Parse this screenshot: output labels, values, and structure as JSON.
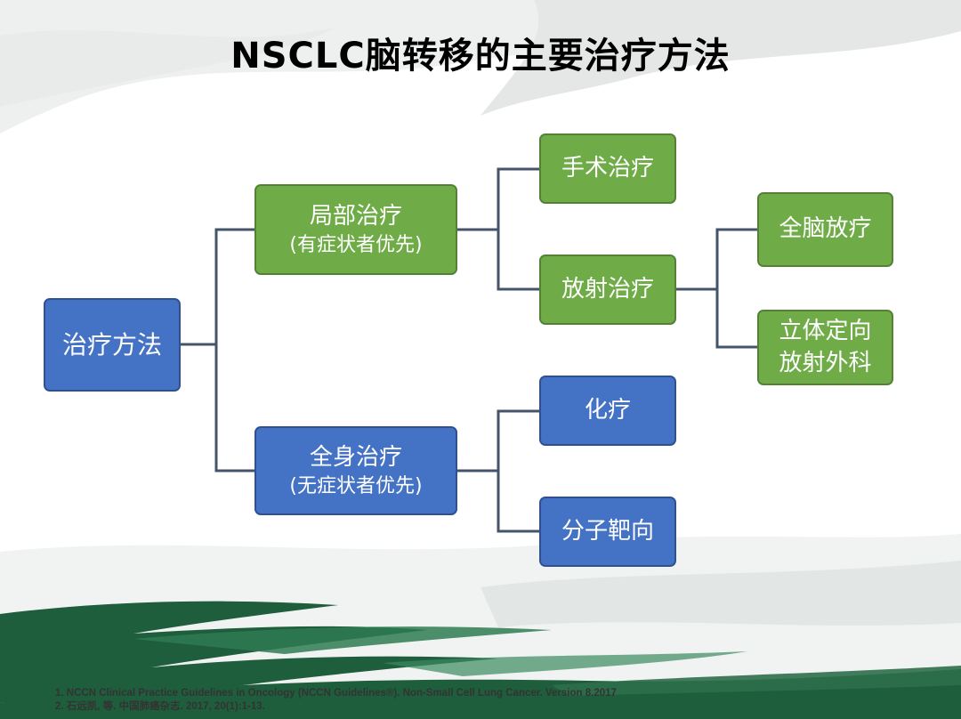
{
  "title": "NSCLC脑转移的主要治疗方法",
  "nodes": {
    "root": "治疗方法",
    "local": {
      "label": "局部治疗",
      "note": "(有症状者优先)"
    },
    "systemic": {
      "label": "全身治疗",
      "note": "(无症状者优先)"
    },
    "surgery": "手术治疗",
    "radiotherapy": "放射治疗",
    "wbrt": "全脑放疗",
    "srs": {
      "line1": "立体定向",
      "line2": "放射外科"
    },
    "chemo": "化疗",
    "targeted": "分子靶向"
  },
  "references": [
    "1. NCCN Clinical Practice Guidelines in Oncology (NCCN Guidelines®). Non-Small Cell Lung Cancer. Version 8.2017",
    "2. 石远凯, 等. 中国肺癌杂志. 2017, 20(1):1-13."
  ],
  "colors": {
    "green_box": "#6fac47",
    "blue_box": "#4472c4",
    "connector": "#44546a",
    "brush_green": "#1e5e3c"
  }
}
